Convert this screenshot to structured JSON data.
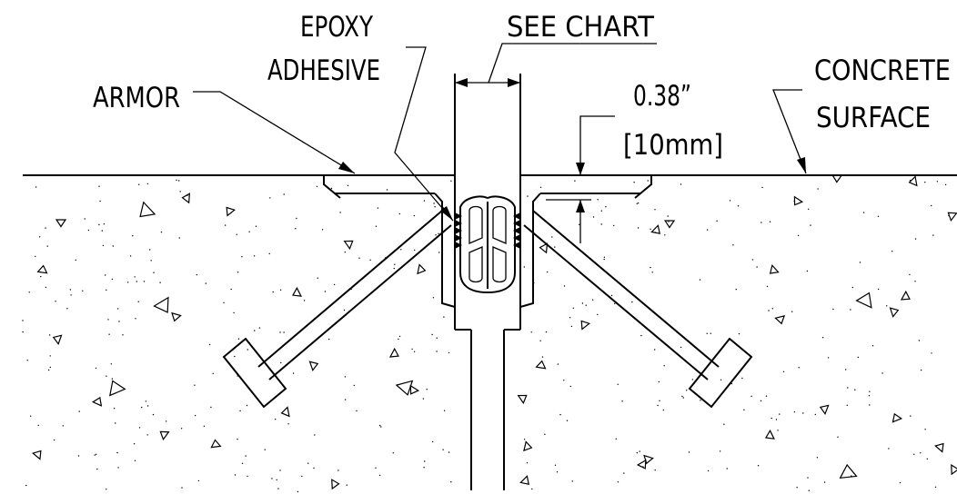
{
  "labels": {
    "epoxy_line1": "EPOXY",
    "epoxy_line2": "ADHESIVE",
    "see_chart": "SEE CHART",
    "armor": "ARMOR",
    "dimension_in": "0.38”",
    "dimension_mm": "[10mm]",
    "concrete_line1": "CONCRETE",
    "concrete_line2": "SURFACE"
  }
}
